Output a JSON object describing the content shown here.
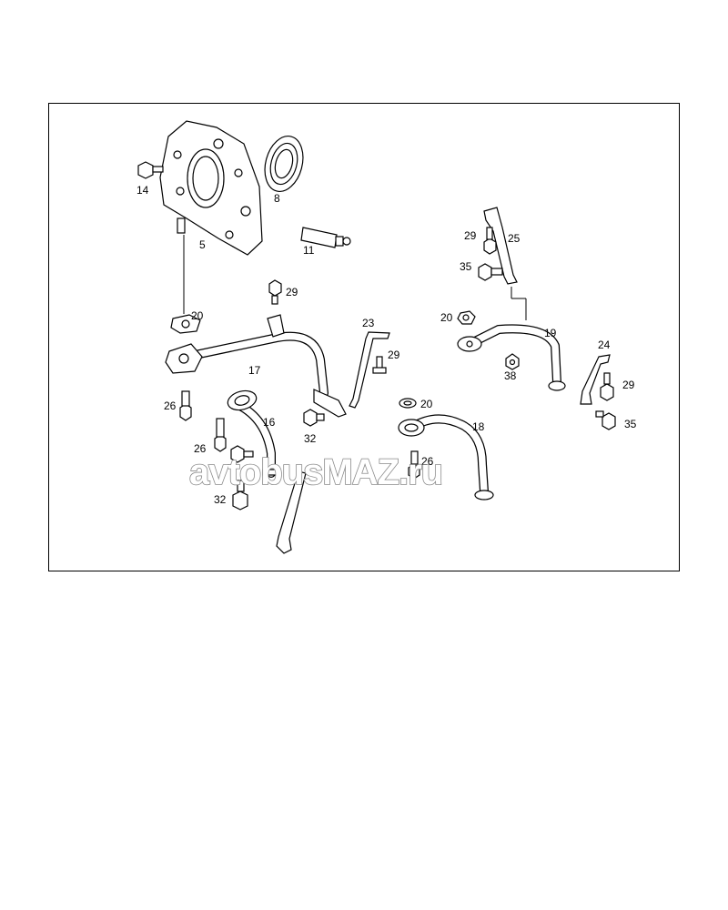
{
  "diagram": {
    "labels": {
      "p14": "14",
      "p5": "5",
      "p8": "8",
      "p11": "11",
      "p29a": "29",
      "p20a": "20",
      "p17": "17",
      "p23": "23",
      "p29b": "29",
      "p26a": "26",
      "p16": "16",
      "p32a": "32",
      "p26b": "26",
      "p32b": "32",
      "p20b": "20",
      "p18": "18",
      "p26c": "26",
      "p29c": "29",
      "p25": "25",
      "p35a": "35",
      "p20c": "20",
      "p19": "19",
      "p38": "38",
      "p24": "24",
      "p29d": "29",
      "p35b": "35"
    },
    "watermark": "avtobusMAZ.ru"
  }
}
